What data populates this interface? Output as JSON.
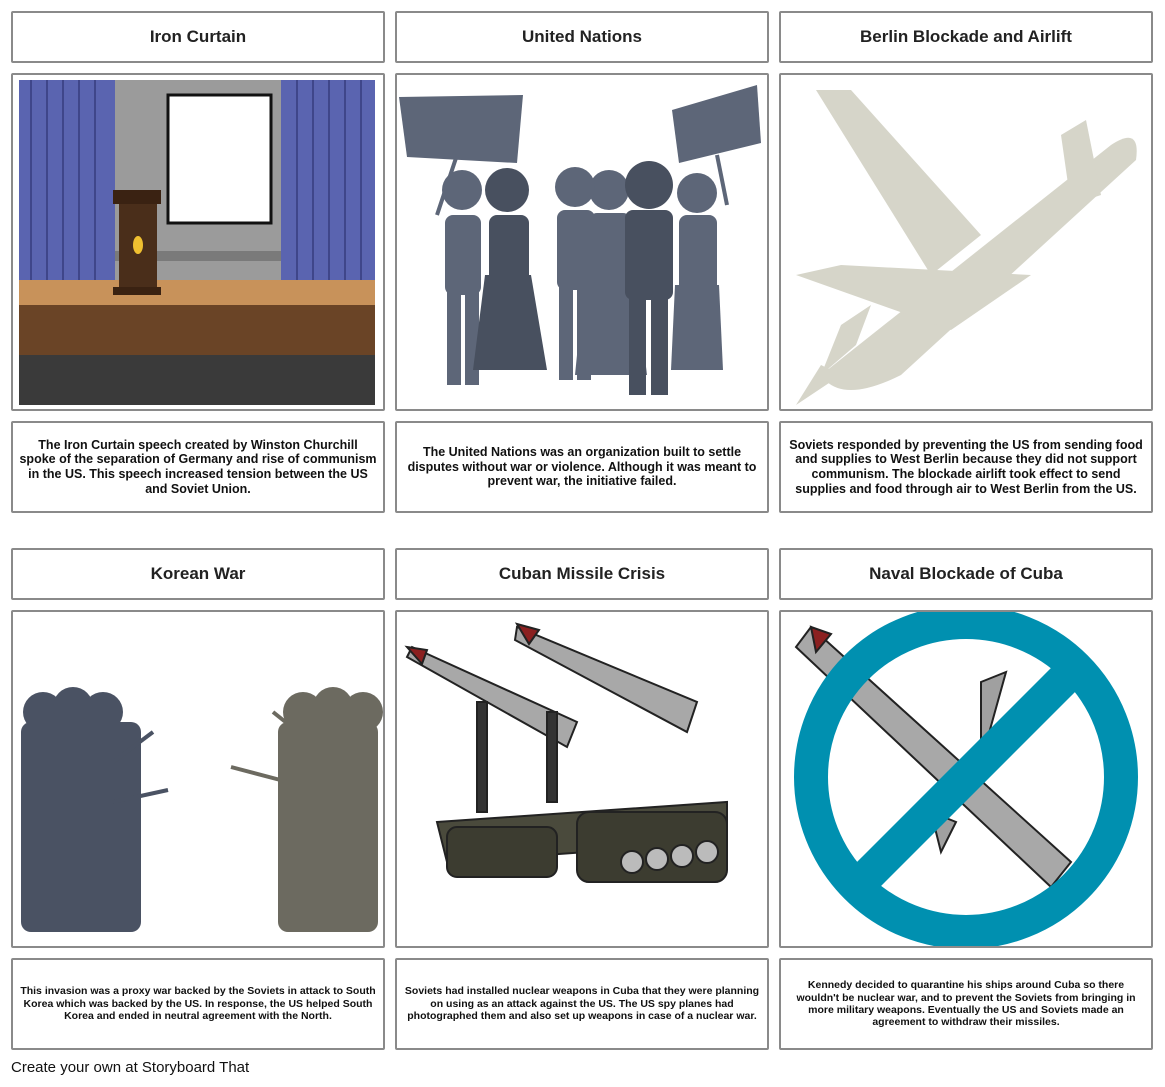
{
  "cells": [
    {
      "title": "Iron Curtain",
      "description": "The Iron Curtain speech created by Winston Churchill spoke of the separation of Germany and rise of communism in the US. This speech increased tension between the US and Soviet Union."
    },
    {
      "title": "United Nations",
      "description": "The United Nations was an organization built to settle disputes without war or violence. Although it was meant to prevent war, the initiative failed."
    },
    {
      "title": "Berlin Blockade and Airlift",
      "description": "Soviets responded by preventing the US from sending food and supplies to West Berlin because they did not support communism. The blockade airlift took effect to send supplies and food through air to West Berlin from the US."
    },
    {
      "title": "Korean War",
      "description": "This invasion was a proxy war backed by the Soviets in attack to South Korea which was backed by the US. In response, the US helped South Korea and ended in neutral agreement with the North."
    },
    {
      "title": "Cuban Missile Crisis",
      "description": "Soviets had installed nuclear weapons in Cuba that they were planning on using as an attack against the US. The US spy planes had photographed them and also set up weapons in case of a nuclear war."
    },
    {
      "title": "Naval Blockade of Cuba",
      "description": "Kennedy decided to quarantine his ships around Cuba so there wouldn't be nuclear war, and to prevent the Soviets from bringing in more military weapons. Eventually the US and Soviets made an agreement to withdraw their missiles."
    }
  ],
  "footer": "Create your own at Storyboard That",
  "colors": {
    "border": "#8a8a8a",
    "curtain": "#5a64b0",
    "silhouette": "#5d6678",
    "plane": "#d6d5c9",
    "no_sign": "#0090b0"
  }
}
